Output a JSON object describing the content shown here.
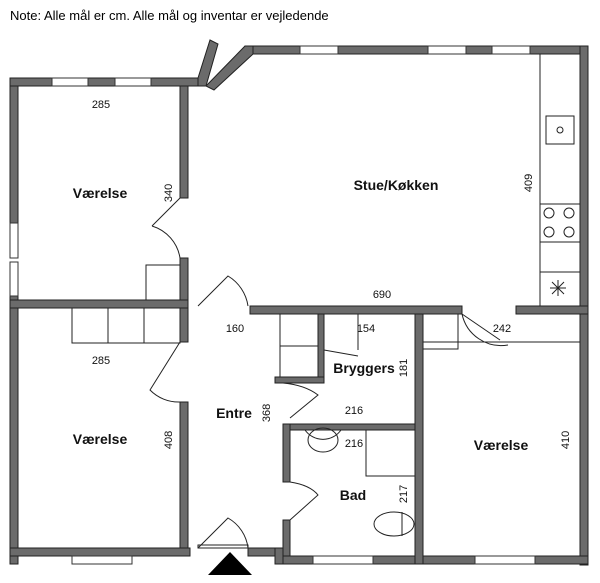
{
  "note": "Note: Alle mål er cm. Alle mål og inventar er vejledende",
  "rooms": {
    "vaerelse_top_left": "Værelse",
    "stue_kokken": "Stue/Køkken",
    "vaerelse_bottom_left": "Værelse",
    "entre": "Entre",
    "bryggers": "Bryggers",
    "bad": "Bad",
    "vaerelse_right": "Værelse"
  },
  "dimensions": {
    "d285_top": "285",
    "d340": "340",
    "d409": "409",
    "d690": "690",
    "d160": "160",
    "d154": "154",
    "d242": "242",
    "d285_bottom": "285",
    "d181": "181",
    "d368": "368",
    "d216_bryggers": "216",
    "d216_bad": "216",
    "d408": "408",
    "d410": "410",
    "d217": "217"
  }
}
